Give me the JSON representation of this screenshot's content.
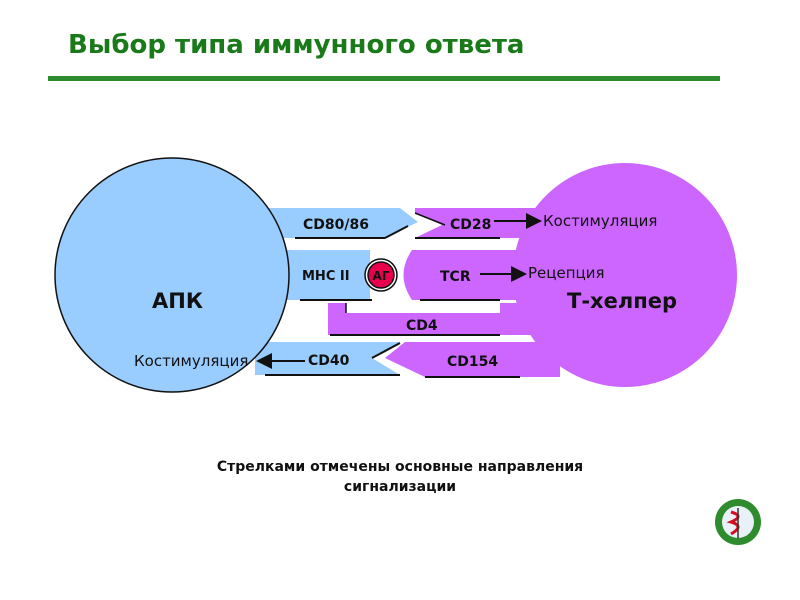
{
  "title": "Выбор типа иммунного ответа",
  "diagram": {
    "apc_label": "АПК",
    "th_label": "Т-хелпер",
    "left_costim": "Костимуляция",
    "right_costim": "Костимуляция",
    "reception": "Рецепция",
    "cd80": "CD80/86",
    "cd28": "CD28",
    "mhc": "MHC II",
    "ag": "АГ",
    "tcr": "TCR",
    "cd4": "CD4",
    "cd40": "CD40",
    "cd154": "CD154"
  },
  "caption": {
    "line1": "Стрелками отмечены основные направления",
    "line2": "сигнализации"
  },
  "colors": {
    "apc": "#99ccff",
    "th": "#cc66ff",
    "ag": "#e8004f",
    "accent": "#1a7a1a"
  },
  "logo": {
    "icon": "medical-emblem"
  }
}
